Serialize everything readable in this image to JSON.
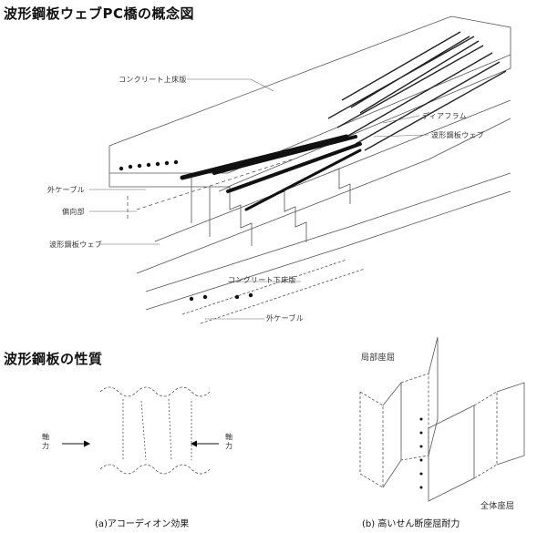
{
  "titles": {
    "main": "波形鋼板ウェブPC橋の概念図",
    "properties": "波形鋼板の性質"
  },
  "bridge_labels": {
    "concrete_top_slab": "コンクリート上床版",
    "diaphragm": "ディアフラム",
    "corrugated_web_right": "波形鋼板ウェブ",
    "external_cable_left": "外ケーブル",
    "deviator": "偏向部",
    "corrugated_web_left": "波形鋼板ウェブ",
    "concrete_bottom_slab": "コンクリート下床版",
    "external_cable_bottom": "外ケーブル"
  },
  "property_labels": {
    "axial_force_left": "軸力",
    "axial_force_right": "軸力",
    "local_buckling": "局部座屈",
    "global_buckling": "全体座屈"
  },
  "captions": {
    "a": "(a)アコーディオン効果",
    "b": "(b) 高いせん断座屈耐力"
  }
}
